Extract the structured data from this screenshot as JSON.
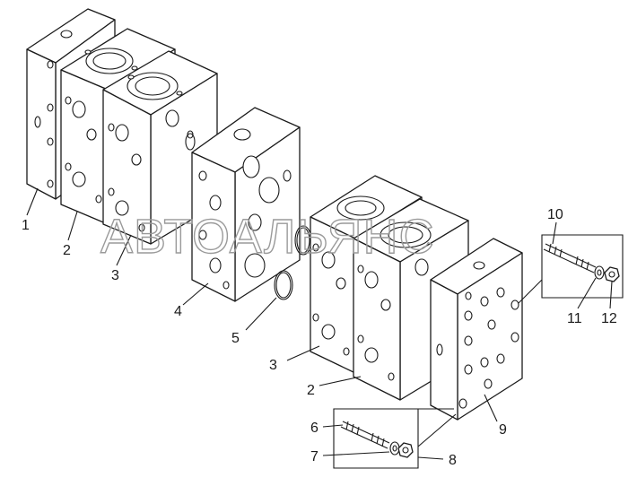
{
  "watermark": "АВТОАЛЬЯНС",
  "callouts": [
    {
      "id": "c1",
      "text": "1"
    },
    {
      "id": "c2",
      "text": "2"
    },
    {
      "id": "c3",
      "text": "3"
    },
    {
      "id": "c4",
      "text": "4"
    },
    {
      "id": "c5",
      "text": "5"
    },
    {
      "id": "c3b",
      "text": "3"
    },
    {
      "id": "c2b",
      "text": "2"
    },
    {
      "id": "c6",
      "text": "6"
    },
    {
      "id": "c7",
      "text": "7"
    },
    {
      "id": "c8",
      "text": "8"
    },
    {
      "id": "c9",
      "text": "9"
    },
    {
      "id": "c10",
      "text": "10"
    },
    {
      "id": "c11",
      "text": "11"
    },
    {
      "id": "c12",
      "text": "12"
    }
  ]
}
